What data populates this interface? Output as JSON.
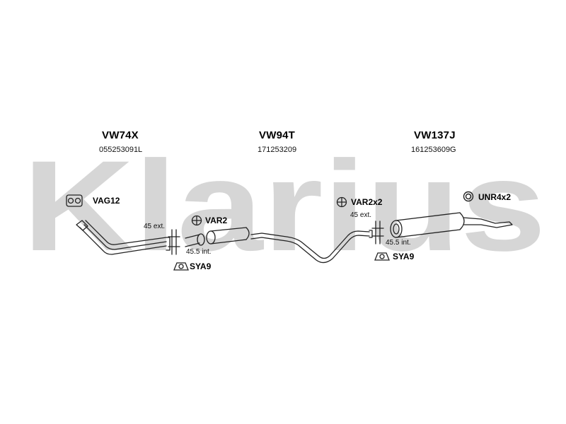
{
  "watermark": "Klarius",
  "sections": [
    {
      "code": "VW74X",
      "number": "055253091L"
    },
    {
      "code": "VW94T",
      "number": "171253209"
    },
    {
      "code": "VW137J",
      "number": "161253609G"
    }
  ],
  "parts": {
    "vag12": "VAG12",
    "var2": "VAR2",
    "var2x2": "VAR2x2",
    "unr4x2": "UNR4x2",
    "sya9_left": "SYA9",
    "sya9_right": "SYA9"
  },
  "notes": {
    "ext_left": "45 ext.",
    "int_left": "45.5 int.",
    "ext_right": "45 ext.",
    "int_right": "45.5 int."
  },
  "colors": {
    "watermark": "#d6d6d6",
    "line": "#222222"
  }
}
